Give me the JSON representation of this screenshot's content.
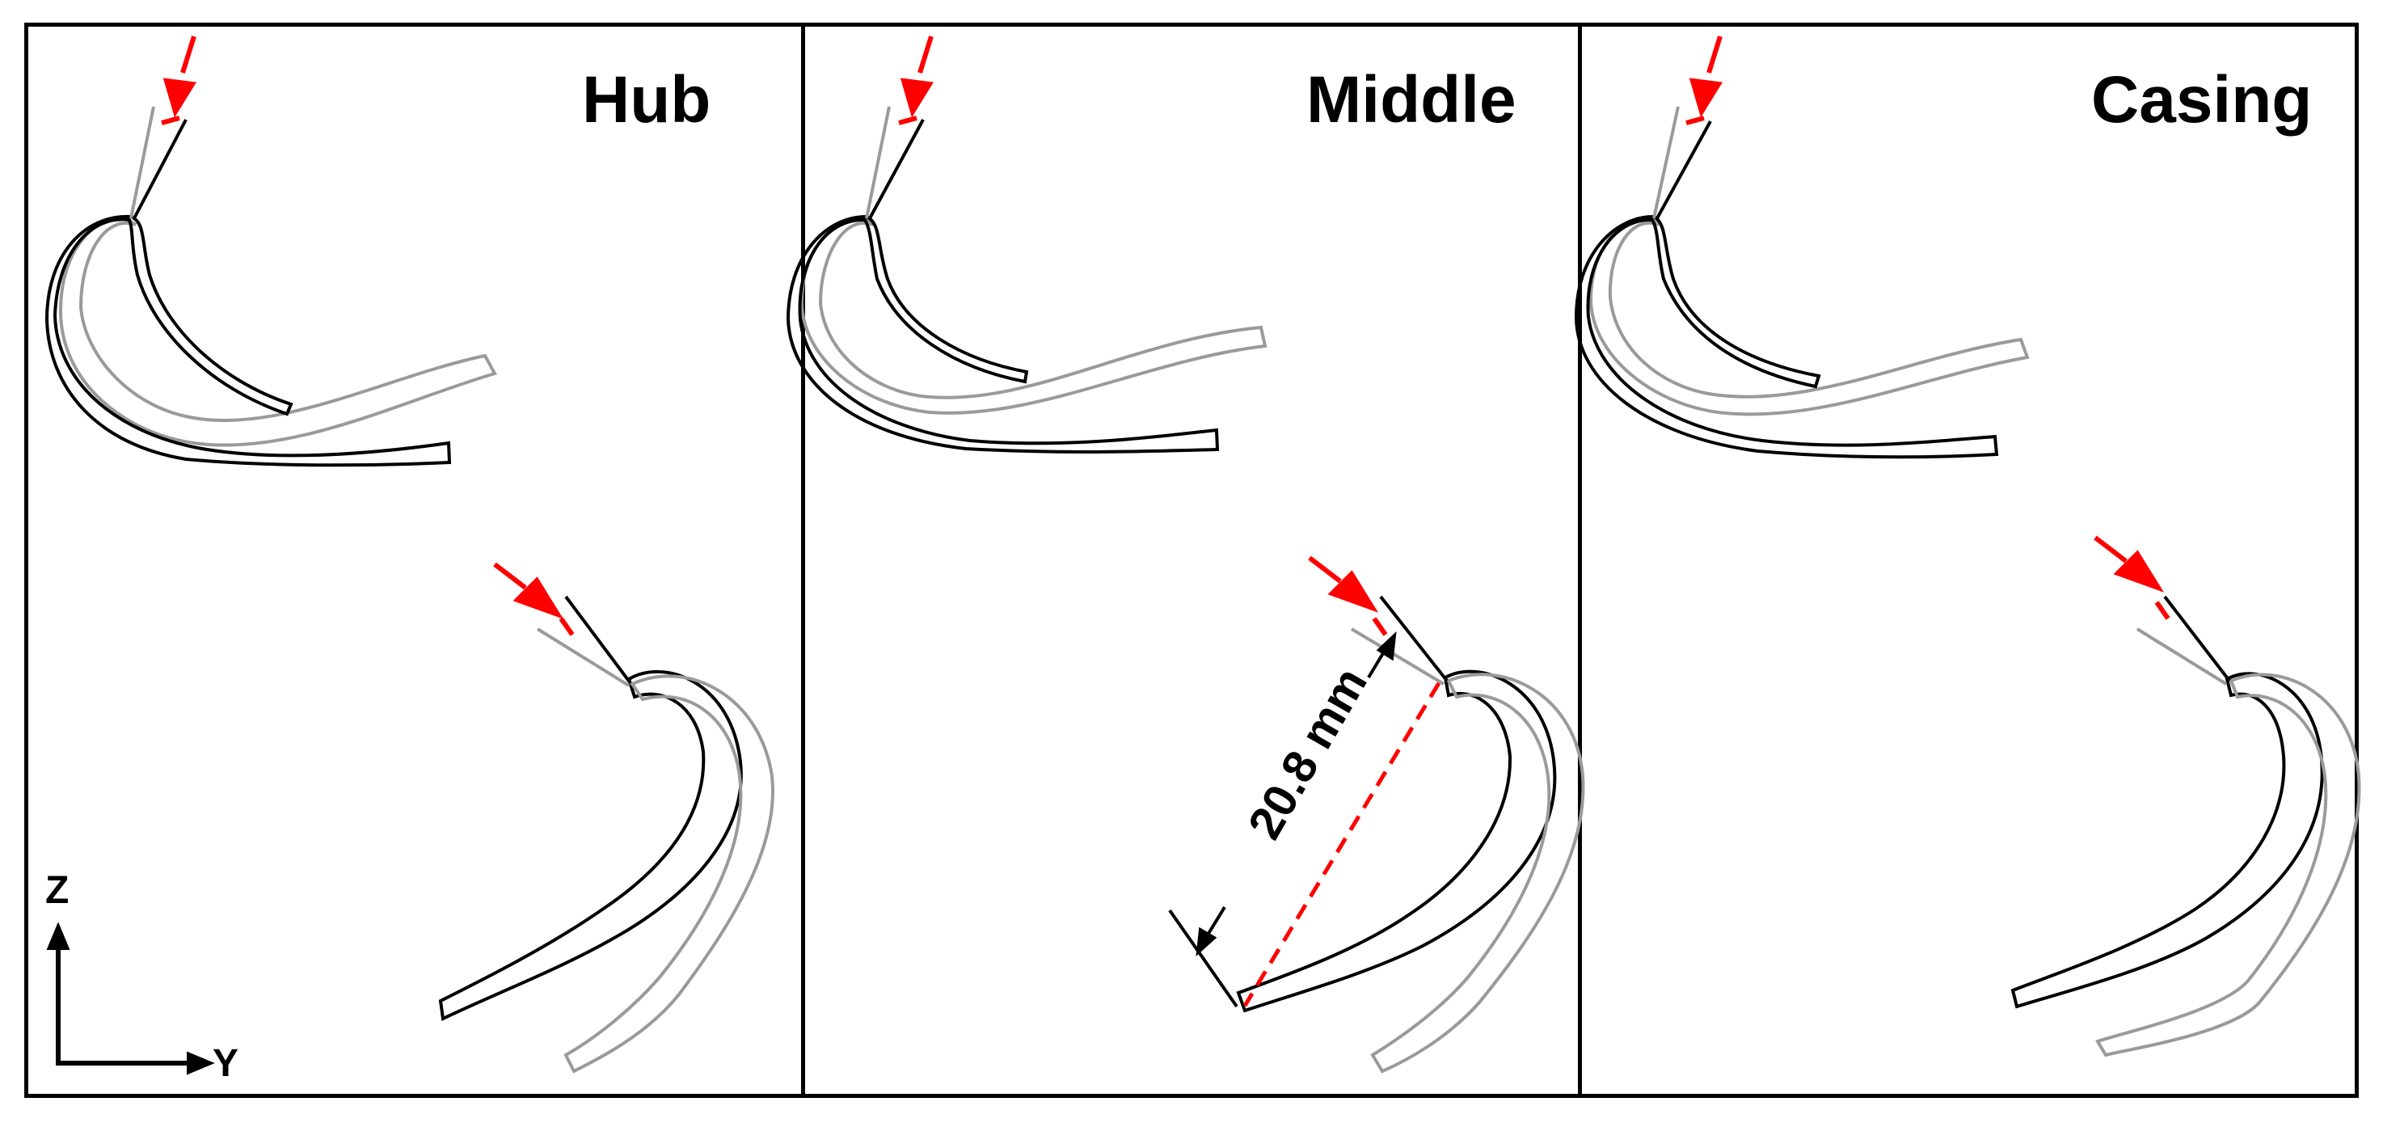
{
  "panels": [
    {
      "id": "hub",
      "title": "Hub"
    },
    {
      "id": "middle",
      "title": "Middle"
    },
    {
      "id": "casing",
      "title": "Casing"
    }
  ],
  "axes": {
    "vertical": "Z",
    "horizontal": "Y"
  },
  "dimension": {
    "label": "20.8 mm"
  },
  "colors": {
    "blade_solid": "#000000",
    "blade_reference": "#9a9a9a",
    "indicator": "#ff0000"
  }
}
